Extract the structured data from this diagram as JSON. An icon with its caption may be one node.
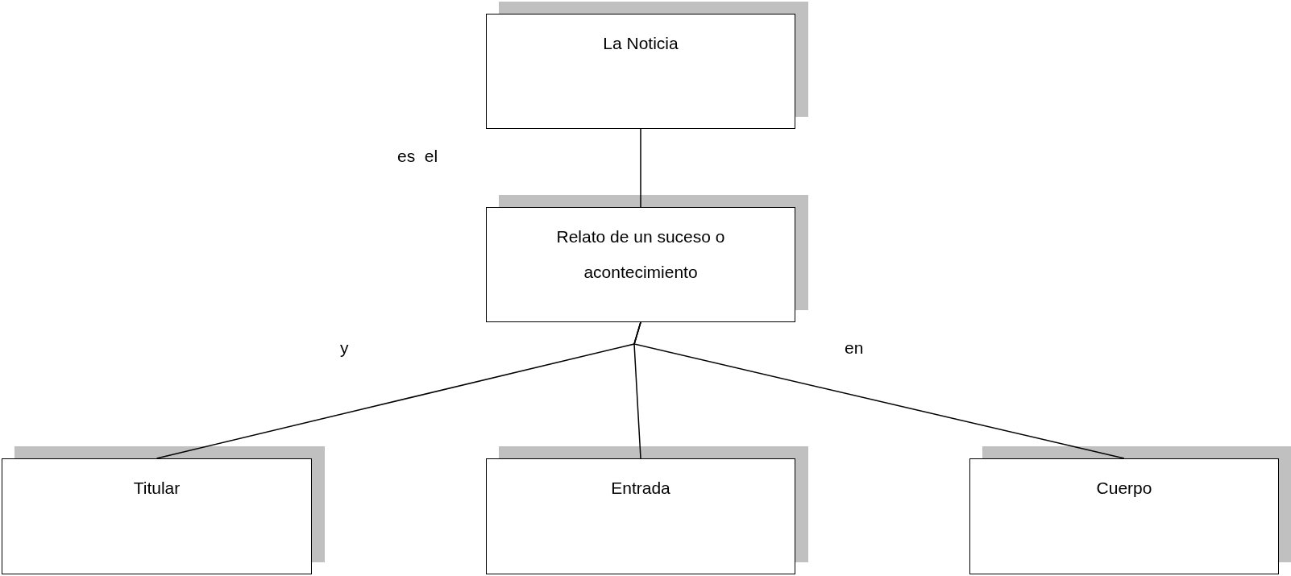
{
  "diagram": {
    "nodes": [
      {
        "text": [
          "La Noticia"
        ]
      },
      {
        "text": [
          "Relato de un suceso o acontecimiento"
        ]
      },
      {
        "text": [
          "Titular"
        ]
      },
      {
        "text": [
          "Entrada"
        ]
      },
      {
        "text": [
          "Cuerpo"
        ]
      }
    ],
    "edges": [
      {
        "from": 0,
        "to": 1,
        "arrow": "none"
      },
      {
        "from": 1,
        "to": 2,
        "arrow": "none"
      },
      {
        "from": 1,
        "to": 3,
        "arrow": "none"
      },
      {
        "from": 1,
        "to": 4,
        "arrow": "none"
      }
    ],
    "labels": [
      "es  el",
      "y",
      "en"
    ]
  }
}
